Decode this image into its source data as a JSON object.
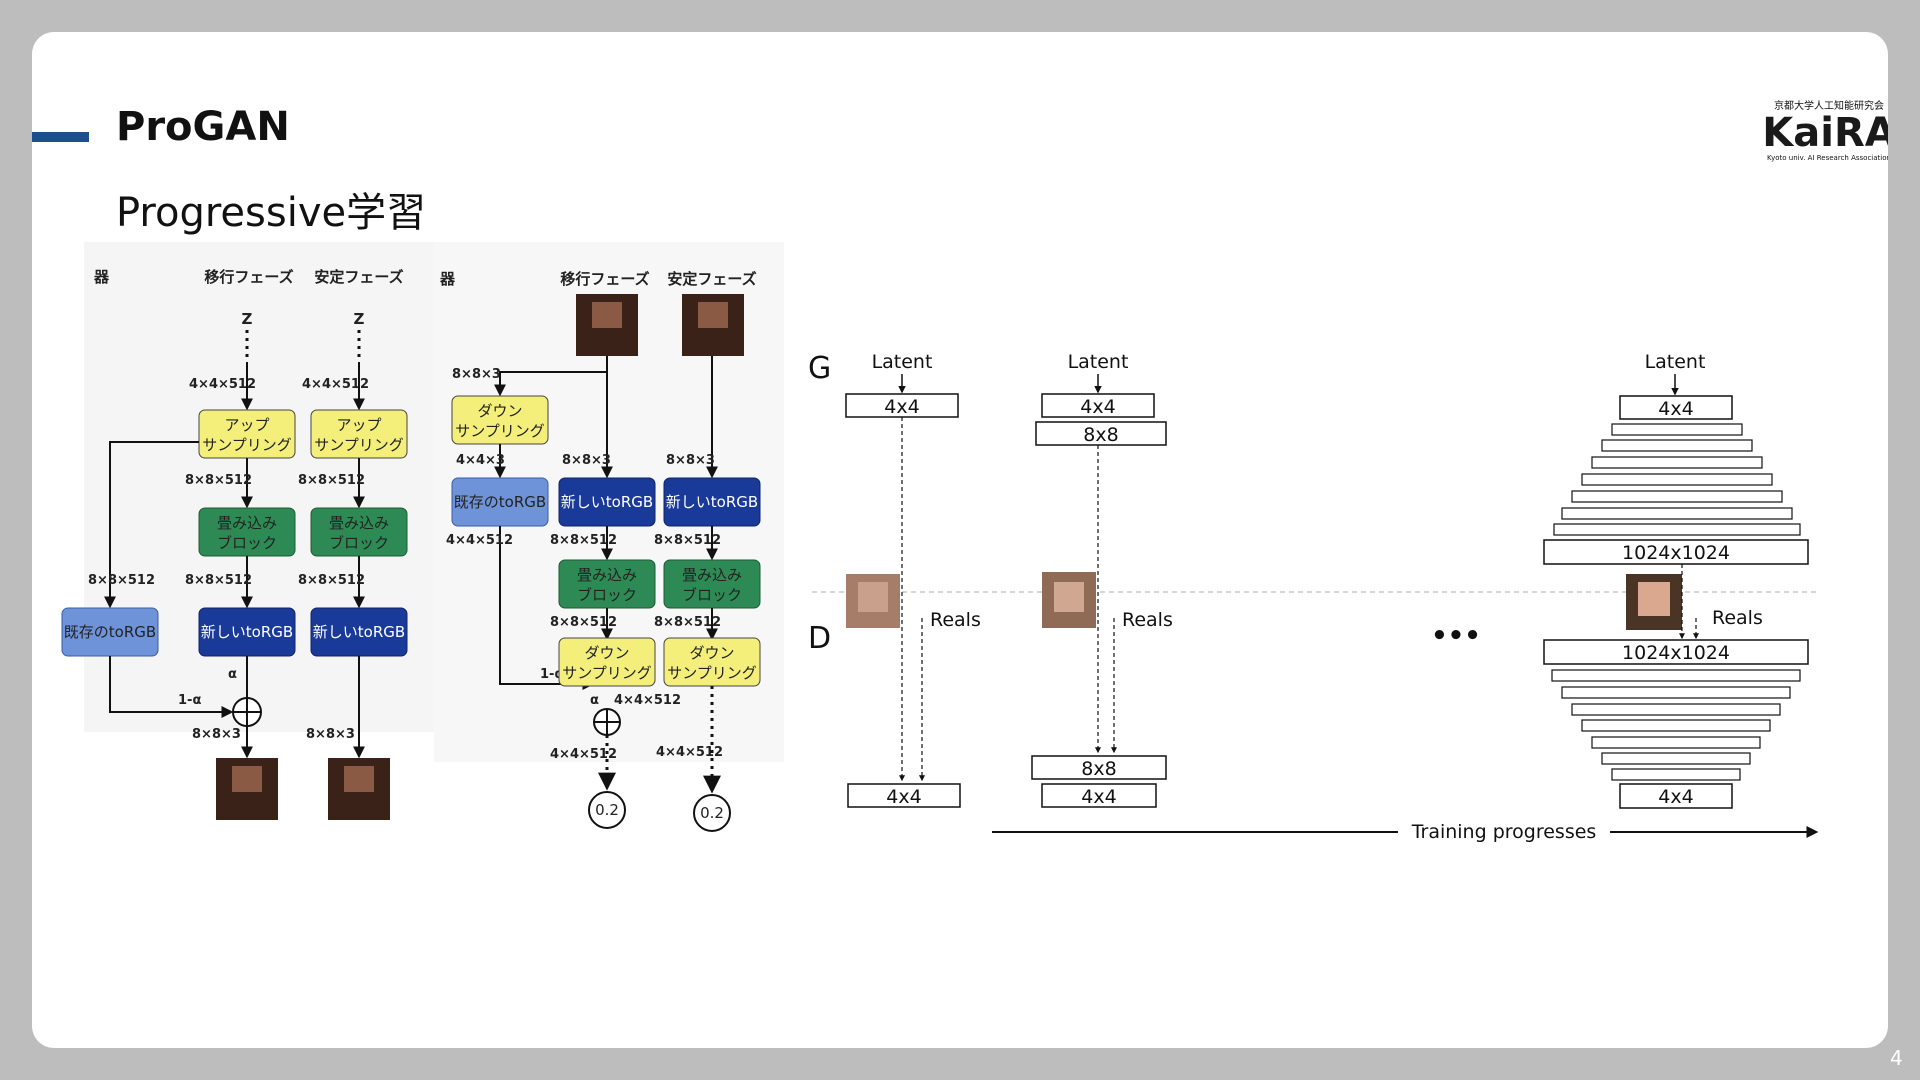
{
  "title": "ProGAN",
  "subtitle": "Progressive学習",
  "page_number": "4",
  "logo": {
    "top": "京都大学人工知能研究会",
    "name": "KaiRA",
    "bottom": "Kyoto univ. AI Research Association"
  },
  "colors": {
    "accent": "#1f4e8c",
    "yellow": "#f3ef7a",
    "green": "#2e8a55",
    "darkblue": "#1a3a9a",
    "lightblue": "#6e93d8"
  },
  "generator_diagram": {
    "corner": "器",
    "phase_transition": "移行フェーズ",
    "phase_stable": "安定フェーズ",
    "z": "Z",
    "dim_4x4x512": "4×4×512",
    "dim_8x8x512": "8×8×512",
    "dim_8x8x3": "8×8×3",
    "upsample_1": "アップ",
    "upsample_2": "サンプリング",
    "conv_1": "畳み込み",
    "conv_2": "ブロック",
    "old_torgb": "既存のtoRGB",
    "new_torgb": "新しいtoRGB",
    "alpha": "α",
    "one_minus_alpha": "1-α"
  },
  "discriminator_diagram": {
    "corner": "器",
    "phase_transition": "移行フェーズ",
    "phase_stable": "安定フェーズ",
    "dim_8x8x3": "8×8×3",
    "dim_4x4x3": "4×4×3",
    "dim_4x4x512": "4×4×512",
    "dim_8x8x512": "8×8×512",
    "downsample_1": "ダウン",
    "downsample_2": "サンプリング",
    "conv_1": "畳み込み",
    "conv_2": "ブロック",
    "old_torgb": "既存のtoRGB",
    "new_torgb": "新しいtoRGB",
    "alpha": "α",
    "one_minus_alpha": "1-α",
    "output_1": "0.2",
    "output_2": "0.2"
  },
  "progress_diagram": {
    "g_label": "G",
    "d_label": "D",
    "latent": "Latent",
    "reals": "Reals",
    "ellipsis": "•••",
    "box_4x4": "4x4",
    "box_8x8": "8x8",
    "box_1024": "1024x1024",
    "training_progresses": "Training progresses"
  }
}
